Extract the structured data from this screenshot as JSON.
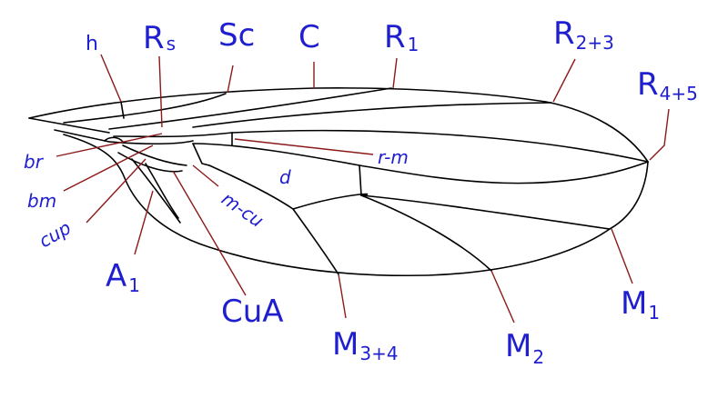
{
  "colors": {
    "vein": "#000000",
    "leader": "#8b1a1a",
    "label": "#1f1fd0",
    "background": "#ffffff"
  },
  "labels": {
    "h": "h",
    "rs_main": "R",
    "rs_sub": "s",
    "sc": "Sc",
    "c": "C",
    "r1_main": "R",
    "r1_sub": "1",
    "r23_main": "R",
    "r23_sub": "2+3",
    "r45_main": "R",
    "r45_sub": "4+5",
    "br": "br",
    "bm": "bm",
    "cup": "cup",
    "a1_main": "A",
    "a1_sub": "1",
    "mcu": "m-cu",
    "d": "d",
    "rm": "r-m",
    "cua": "CuA",
    "m34_main": "M",
    "m34_sub": "3+4",
    "m2_main": "M",
    "m2_sub": "2",
    "m1_main": "M",
    "m1_sub": "1"
  }
}
